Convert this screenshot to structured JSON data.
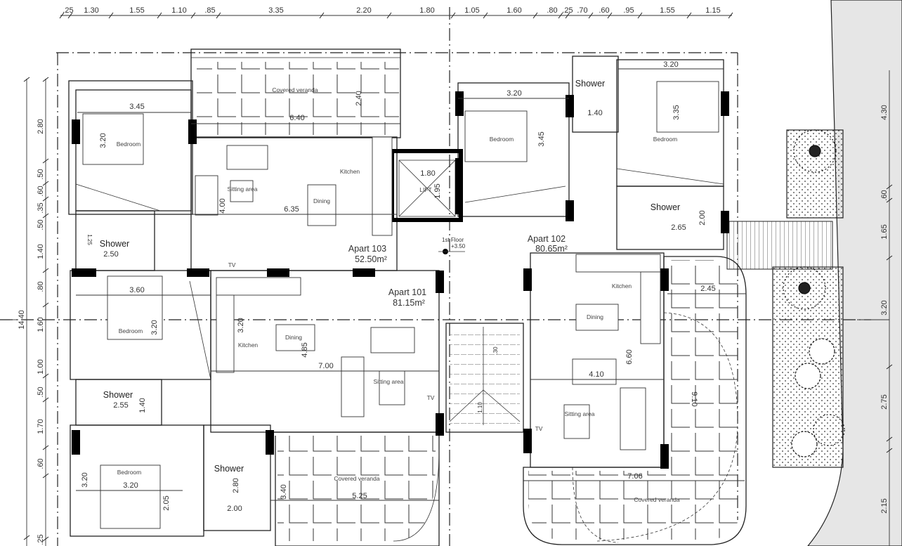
{
  "title": {
    "floor_label": "1st Floor",
    "level": "+3.50"
  },
  "apartments": [
    {
      "name": "Apart 103",
      "area": "52.50m²"
    },
    {
      "name": "Apart 101",
      "area": "81.15m²"
    },
    {
      "name": "Apart 102",
      "area": "80.65m²"
    }
  ],
  "dimensions": {
    "top": [
      ".25",
      "1.30",
      "1.55",
      "1.10",
      ".85",
      "3.35",
      "2.20",
      "1.80",
      "1.05",
      "1.60",
      ".80",
      ".25",
      ".70",
      ".60",
      ".95",
      "1.55",
      "1.15"
    ],
    "left": [
      "2.80",
      ".50",
      ".60",
      ".35",
      ".50",
      "1.40",
      ".80",
      "1.60",
      "1.00",
      ".50",
      "1.70",
      ".60",
      ".25"
    ],
    "left_total": "14.40",
    "right": [
      "4.30",
      ".60",
      "1.65",
      "3.20",
      "2.75",
      "2.15"
    ]
  },
  "rooms": [
    "Covered veranda",
    "Bedroom",
    "Sitting area",
    "Kitchen",
    "Dining",
    "Shower",
    "Bedroom",
    "Kitchen",
    "Dining",
    "Sitting area",
    "TV",
    "TV",
    "Shower",
    "Bedroom",
    "Shower",
    "Covered veranda",
    "LIFT",
    "Bedroom",
    "Shower",
    "Bedroom",
    "Shower",
    "Kitchen",
    "Dining",
    "Sitting area",
    "TV",
    "Covered veranda"
  ],
  "room_dims": [
    "3.45",
    "3.20",
    "6.40",
    "2.40",
    "6.35",
    "4.00",
    "1.80",
    "1.95",
    "1.25",
    "2.50",
    "3.60",
    "3.20",
    "3.20",
    "4.85",
    "7.00",
    "2.55",
    "1.40",
    "3.20",
    "3.20",
    "2.05",
    "2.80",
    "2.00",
    "3.40",
    "5.25",
    "3.20",
    "3.45",
    "1.40",
    "3.20",
    "3.35",
    "2.65",
    "2.00",
    ".30",
    "1.10",
    "2.45",
    "6.60",
    "4.10",
    "9.10",
    "7.06"
  ]
}
